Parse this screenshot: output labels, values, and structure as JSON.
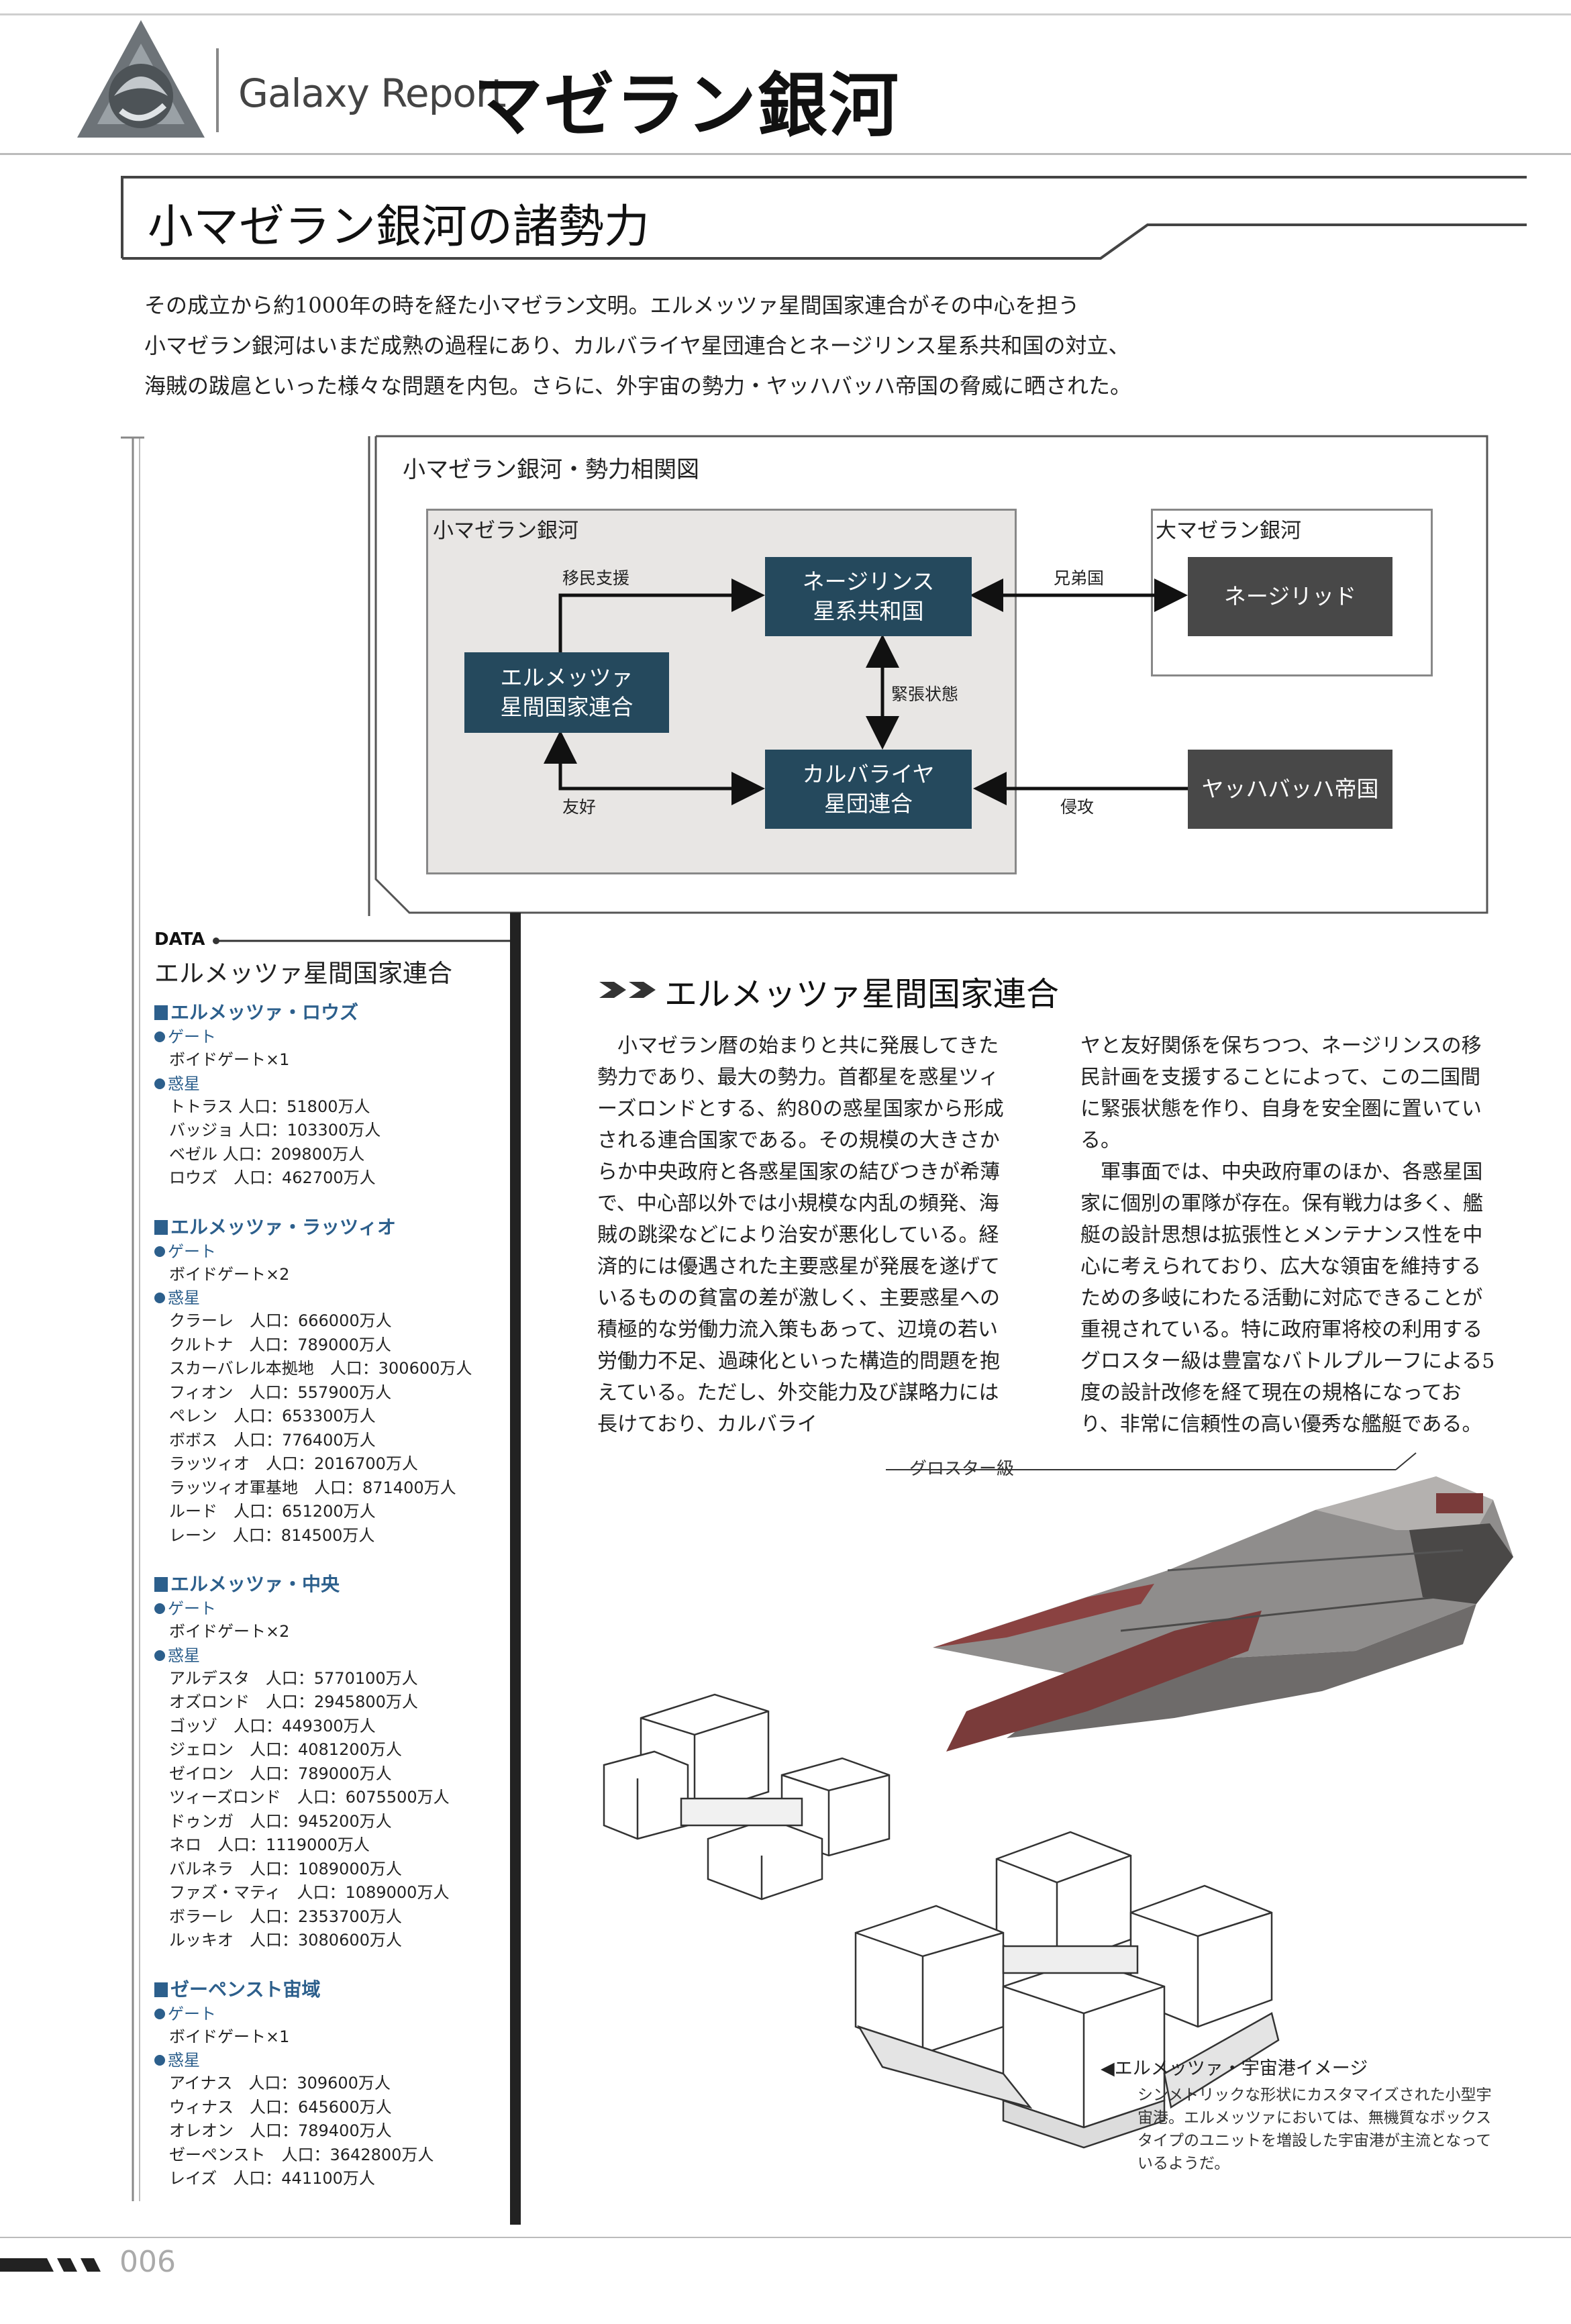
{
  "header": {
    "subtitle": "Galaxy Report",
    "title": "マゼラン銀河"
  },
  "section": {
    "title": "小マゼラン銀河の諸勢力"
  },
  "intro": [
    "その成立から約1000年の時を経た小マゼラン文明。エルメッツァ星間国家連合がその中心を担う",
    "小マゼラン銀河はいまだ成熟の過程にあり、カルバライヤ星団連合とネージリンス星系共和国の対立、",
    "海賊の跋扈といった様々な問題を内包。さらに、外宇宙の勢力・ヤッハバッハ帝国の脅威に晒された。"
  ],
  "diagram": {
    "title": "小マゼラン銀河・勢力相関図",
    "group_small": "小マゼラン銀河",
    "group_large": "大マゼラン銀河",
    "nodes": {
      "nejirins": "ネージリンス\n星系共和国",
      "elmezza": "エルメッツァ\n星間国家連合",
      "kalbaraiya": "カルバライヤ\n星団連合",
      "nejirid": "ネージリッド",
      "yahhabach": "ヤッハバッハ帝国"
    },
    "edges": {
      "immigration": "移民支援",
      "brother": "兄弟国",
      "tension": "緊張状態",
      "friendship": "友好",
      "invasion": "侵攻"
    }
  },
  "data": {
    "tag": "DATA",
    "title": "エルメッツァ星間国家連合",
    "regions": [
      {
        "name": "エルメッツァ・ロウズ",
        "gate_label": "ゲート",
        "gate": "ボイドゲート×1",
        "planet_label": "惑星",
        "planets": [
          "トトラス 人口：51800万人",
          "バッジョ 人口：103300万人",
          "ベゼル 人口：209800万人",
          "ロウズ　人口：462700万人"
        ]
      },
      {
        "name": "エルメッツァ・ラッツィオ",
        "gate_label": "ゲート",
        "gate": "ボイドゲート×2",
        "planet_label": "惑星",
        "planets": [
          "クラーレ　人口：666000万人",
          "クルトナ　人口：789000万人",
          "スカーバレル本拠地　人口：300600万人",
          "フィオン　人口：557900万人",
          "ペレン　人口：653300万人",
          "ボボス　人口：776400万人",
          "ラッツィオ　人口：2016700万人",
          "ラッツィオ軍基地　人口：871400万人",
          "ルード　人口：651200万人",
          "レーン　人口：814500万人"
        ]
      },
      {
        "name": "エルメッツァ・中央",
        "gate_label": "ゲート",
        "gate": "ボイドゲート×2",
        "planet_label": "惑星",
        "planets": [
          "アルデスタ　人口：5770100万人",
          "オズロンド　人口：2945800万人",
          "ゴッゾ　人口：449300万人",
          "ジェロン　人口：4081200万人",
          "ゼイロン　人口：789000万人",
          "ツィーズロンド　人口：6075500万人",
          "ドゥンガ　人口：945200万人",
          "ネロ　人口：1119000万人",
          "バルネラ　人口：1089000万人",
          "ファズ・マティ　人口：1089000万人",
          "ボラーレ　人口：2353700万人",
          "ルッキオ　人口：3080600万人"
        ]
      },
      {
        "name": "ゼーペンスト宙域",
        "gate_label": "ゲート",
        "gate": "ボイドゲート×1",
        "planet_label": "惑星",
        "planets": [
          "アイナス　人口：309600万人",
          "ウィナス　人口：645600万人",
          "オレオン　人口：789400万人",
          "ゼーペンスト　人口：3642800万人",
          "レイズ　人口：441100万人"
        ]
      }
    ]
  },
  "article": {
    "title": "エルメッツァ星間国家連合",
    "col1": "小マゼラン暦の始まりと共に発展してきた勢力であり、最大の勢力。首都星を惑星ツィーズロンドとする、約80の惑星国家から形成される連合国家である。その規模の大きさからか中央政府と各惑星国家の結びつきが希薄で、中心部以外では小規模な内乱の頻発、海賊の跳梁などにより治安が悪化している。経済的には優遇された主要惑星が発展を遂げているものの貧富の差が激しく、主要惑星への積極的な労働力流入策もあって、辺境の若い労働力不足、過疎化といった構造的問題を抱えている。ただし、外交能力及び謀略力には長けており、カルバライ",
    "col2_p1": "ヤと友好関係を保ちつつ、ネージリンスの移民計画を支援することによって、この二国間に緊張状態を作り、自身を安全圏に置いている。",
    "col2_p2": "軍事面では、中央政府軍のほか、各惑星国家に個別の軍隊が存在。保有戦力は多く、艦艇の設計思想は拡張性とメンテナンス性を中心に考えられており、広大な領宙を維持するための多岐にわたる活動に対応できることが重視されている。特に政府軍将校の利用するグロスター級は豊富なバトルプルーフによる5度の設計改修を経て現在の規格になっており、非常に信頼性の高い優秀な艦艇である。"
  },
  "figures": {
    "ship_caption": "グロスター級",
    "port_caption_title": "◀エルメッツァ・宇宙港イメージ",
    "port_caption_body": "シンメトリックな形状にカスタマイズされた小型宇宙港。エルメッツァにおいては、無機質なボックスタイプのユニットを増設した宇宙港が主流となっているようだ。"
  },
  "footer": {
    "page": "006"
  }
}
